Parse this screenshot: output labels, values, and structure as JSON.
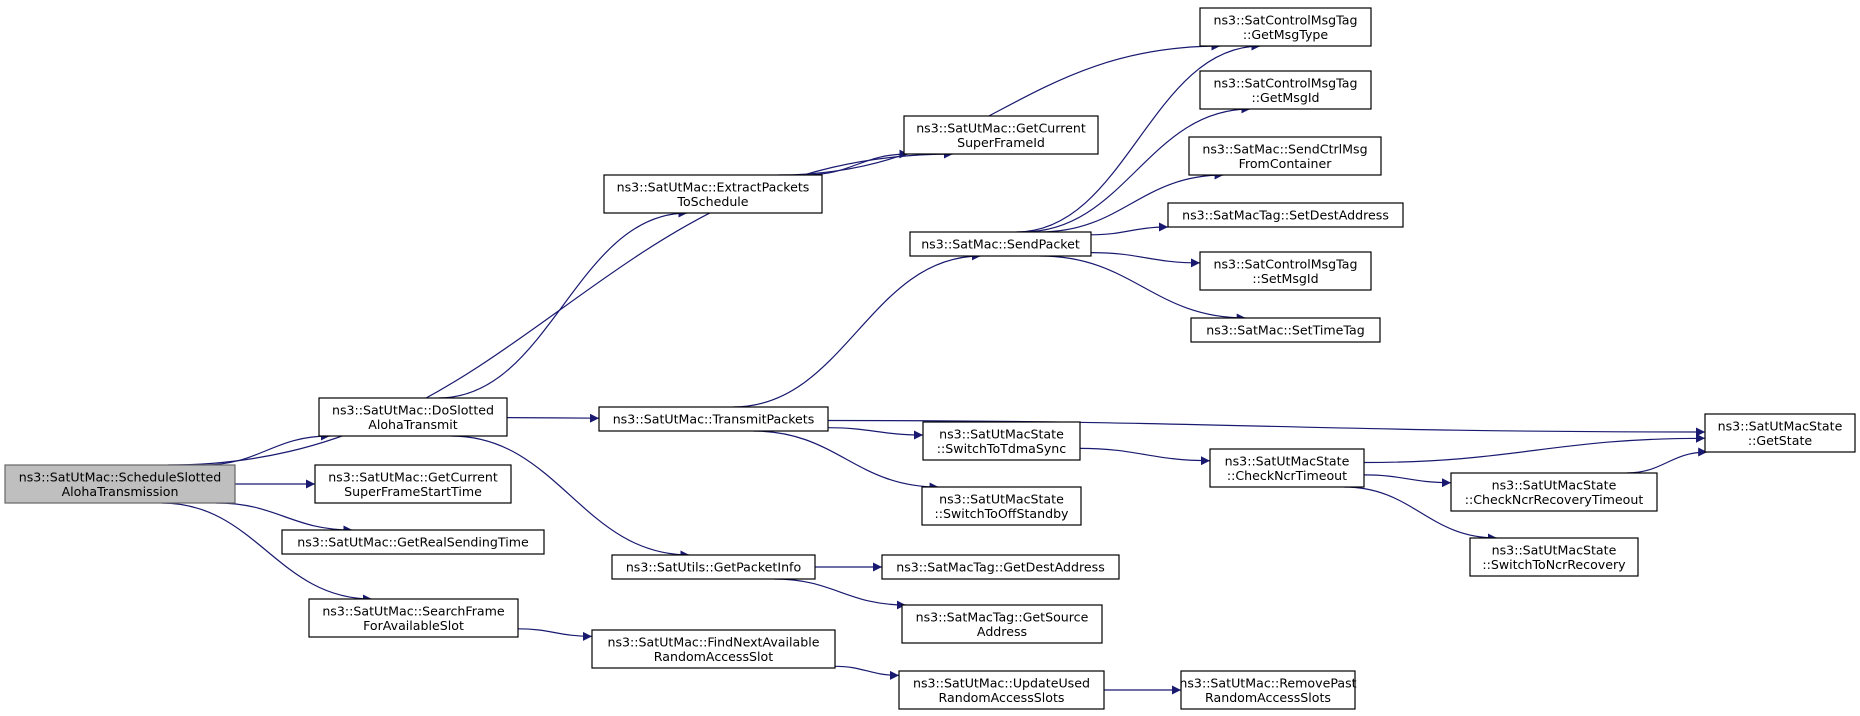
{
  "diagram": {
    "colors": {
      "edge": "#191970",
      "root_fill": "#bfbfbf",
      "node_fill": "#ffffff",
      "node_border": "#000000"
    },
    "nodes": [
      {
        "id": "n0",
        "lines": [
          "ns3::SatUtMac::ScheduleSlotted",
          "AlohaTransmission"
        ],
        "root": true
      },
      {
        "id": "n1",
        "lines": [
          "ns3::SatUtMac::DoSlotted",
          "AlohaTransmit"
        ]
      },
      {
        "id": "n2",
        "lines": [
          "ns3::SatUtMac::GetCurrent",
          "SuperFrameId"
        ]
      },
      {
        "id": "n3",
        "lines": [
          "ns3::SatUtMac::GetCurrent",
          "SuperFrameStartTime"
        ]
      },
      {
        "id": "n4",
        "lines": [
          "ns3::SatUtMac::GetRealSendingTime"
        ]
      },
      {
        "id": "n5",
        "lines": [
          "ns3::SatUtMac::SearchFrame",
          "ForAvailableSlot"
        ]
      },
      {
        "id": "n6",
        "lines": [
          "ns3::SatUtMac::ExtractPackets",
          "ToSchedule"
        ]
      },
      {
        "id": "n7",
        "lines": [
          "ns3::SatUtMac::TransmitPackets"
        ]
      },
      {
        "id": "n8",
        "lines": [
          "ns3::SatUtils::GetPacketInfo"
        ]
      },
      {
        "id": "n9",
        "lines": [
          "ns3::SatUtMac::FindNextAvailable",
          "RandomAccessSlot"
        ]
      },
      {
        "id": "n10",
        "lines": [
          "ns3::SatControlMsgTag",
          "::GetMsgType"
        ]
      },
      {
        "id": "n11",
        "lines": [
          "ns3::SatMac::SendPacket"
        ]
      },
      {
        "id": "n12",
        "lines": [
          "ns3::SatUtMacState",
          "::GetState"
        ]
      },
      {
        "id": "n13",
        "lines": [
          "ns3::SatUtMacState",
          "::SwitchToTdmaSync"
        ]
      },
      {
        "id": "n14",
        "lines": [
          "ns3::SatUtMacState",
          "::SwitchToOffStandby"
        ]
      },
      {
        "id": "n15",
        "lines": [
          "ns3::SatMacTag::GetDestAddress"
        ]
      },
      {
        "id": "n16",
        "lines": [
          "ns3::SatMacTag::GetSource",
          "Address"
        ]
      },
      {
        "id": "n17",
        "lines": [
          "ns3::SatUtMac::UpdateUsed",
          "RandomAccessSlots"
        ]
      },
      {
        "id": "n18",
        "lines": [
          "ns3::SatUtMac::RemovePast",
          "RandomAccessSlots"
        ]
      },
      {
        "id": "n19",
        "lines": [
          "ns3::SatControlMsgTag",
          "::GetMsgId"
        ]
      },
      {
        "id": "n20",
        "lines": [
          "ns3::SatMac::SendCtrlMsg",
          "FromContainer"
        ]
      },
      {
        "id": "n21",
        "lines": [
          "ns3::SatMacTag::SetDestAddress"
        ]
      },
      {
        "id": "n22",
        "lines": [
          "ns3::SatControlMsgTag",
          "::SetMsgId"
        ]
      },
      {
        "id": "n23",
        "lines": [
          "ns3::SatMac::SetTimeTag"
        ]
      },
      {
        "id": "n24",
        "lines": [
          "ns3::SatUtMacState",
          "::CheckNcrTimeout"
        ]
      },
      {
        "id": "n25",
        "lines": [
          "ns3::SatUtMacState",
          "::CheckNcrRecoveryTimeout"
        ]
      },
      {
        "id": "n26",
        "lines": [
          "ns3::SatUtMacState",
          "::SwitchToNcrRecovery"
        ]
      }
    ],
    "edges": [
      {
        "from": "n0",
        "to": "n1"
      },
      {
        "from": "n0",
        "to": "n2"
      },
      {
        "from": "n0",
        "to": "n3"
      },
      {
        "from": "n0",
        "to": "n4"
      },
      {
        "from": "n0",
        "to": "n5"
      },
      {
        "from": "n1",
        "to": "n6"
      },
      {
        "from": "n1",
        "to": "n7"
      },
      {
        "from": "n1",
        "to": "n8"
      },
      {
        "from": "n6",
        "to": "n2"
      },
      {
        "from": "n6",
        "to": "n10"
      },
      {
        "from": "n7",
        "to": "n11"
      },
      {
        "from": "n7",
        "to": "n12"
      },
      {
        "from": "n7",
        "to": "n13"
      },
      {
        "from": "n7",
        "to": "n14"
      },
      {
        "from": "n8",
        "to": "n15"
      },
      {
        "from": "n8",
        "to": "n16"
      },
      {
        "from": "n5",
        "to": "n9"
      },
      {
        "from": "n9",
        "to": "n17"
      },
      {
        "from": "n17",
        "to": "n18"
      },
      {
        "from": "n11",
        "to": "n10"
      },
      {
        "from": "n11",
        "to": "n19"
      },
      {
        "from": "n11",
        "to": "n20"
      },
      {
        "from": "n11",
        "to": "n21"
      },
      {
        "from": "n11",
        "to": "n22"
      },
      {
        "from": "n11",
        "to": "n23"
      },
      {
        "from": "n13",
        "to": "n24"
      },
      {
        "from": "n24",
        "to": "n12"
      },
      {
        "from": "n24",
        "to": "n25"
      },
      {
        "from": "n24",
        "to": "n26"
      },
      {
        "from": "n25",
        "to": "n12"
      }
    ]
  }
}
